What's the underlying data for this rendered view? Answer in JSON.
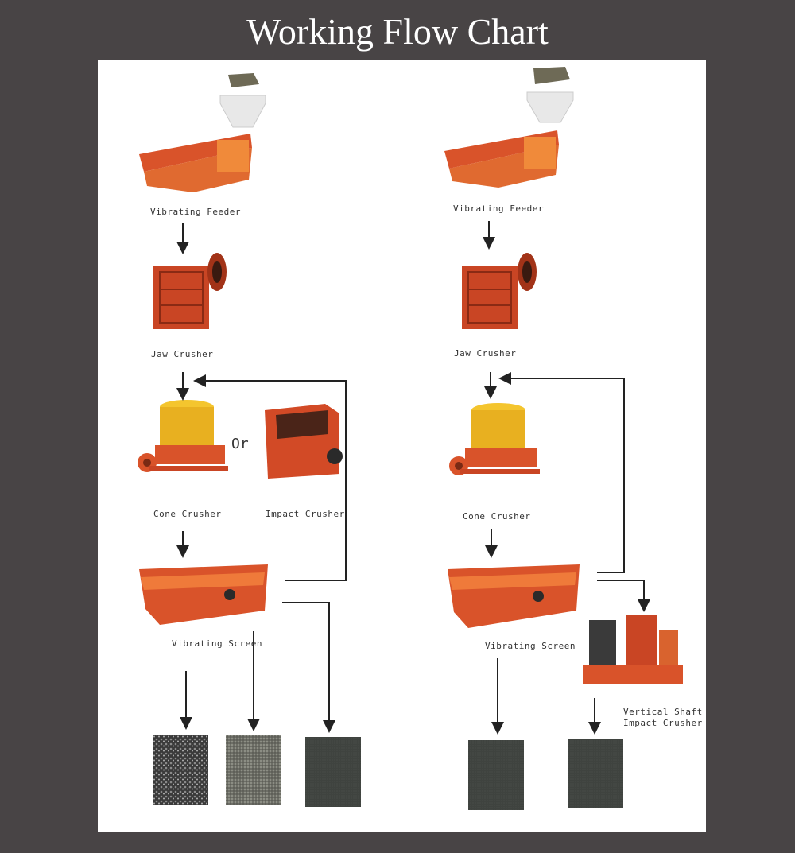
{
  "title": "Working Flow Chart",
  "left": {
    "feeder": "Vibrating Feeder",
    "jaw": "Jaw Crusher",
    "cone": "Cone Crusher",
    "or": "Or",
    "impact": "Impact Crusher",
    "screen": "Vibrating Screen"
  },
  "right": {
    "feeder": "Vibrating Feeder",
    "jaw": "Jaw Crusher",
    "cone": "Cone Crusher",
    "screen": "Vibrating Screen",
    "vsi": "Vertical Shaft\nImpact Crusher"
  },
  "colors": {
    "background": "#484445",
    "panel": "#ffffff",
    "machine_red": "#d9532a",
    "cone_yellow": "#e8b020",
    "arrow": "#222222"
  }
}
